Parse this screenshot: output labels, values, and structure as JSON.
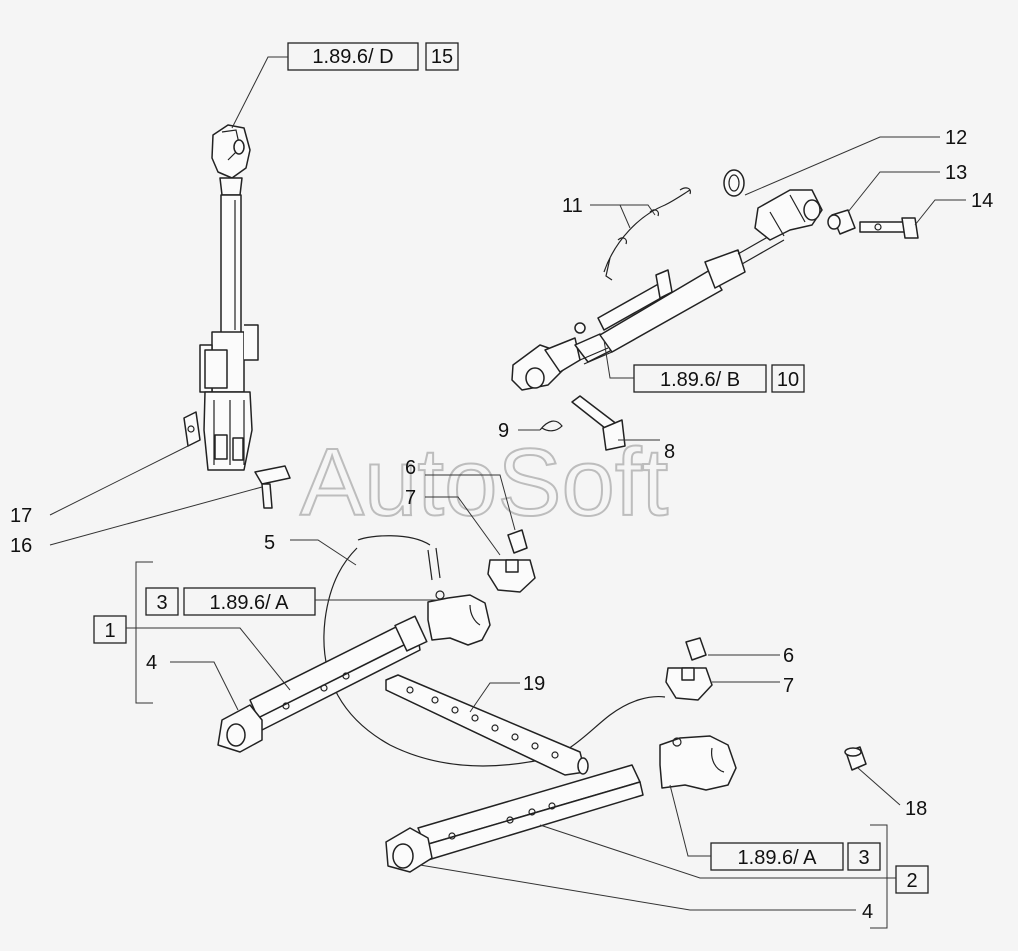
{
  "watermark": "AutoSoft",
  "refs": {
    "top_link_ref": "1.89.6/ D",
    "top_link_ref_num": "15",
    "hydraulic_top_link_ref": "1.89.6/ B",
    "hydraulic_top_link_ref_num": "10",
    "left_lower_link_ref": "1.89.6/ A",
    "left_lower_link_ref_num": "3",
    "right_lower_link_ref": "1.89.6/ A",
    "right_lower_link_ref_num": "3",
    "left_group_num": "1",
    "right_group_num": "2"
  },
  "callouts": {
    "c4_left": "4",
    "c4_right": "4",
    "c5": "5",
    "c6_top": "6",
    "c6_right": "6",
    "c7_top": "7",
    "c7_right": "7",
    "c8": "8",
    "c9": "9",
    "c11": "11",
    "c12": "12",
    "c13": "13",
    "c14": "14",
    "c16": "16",
    "c17": "17",
    "c18": "18",
    "c19": "19"
  }
}
